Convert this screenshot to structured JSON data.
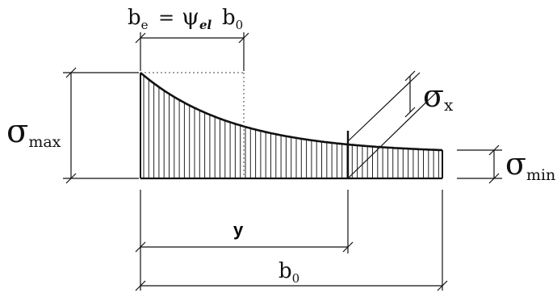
{
  "labels": {
    "effective_width_b": "b",
    "effective_width_sub": "e",
    "equals": "=",
    "psi": "ψ",
    "psi_sub": "el",
    "b0_top": "b",
    "b0_top_sub": "0",
    "sigma_max": "σ",
    "sigma_max_sub": "max",
    "sigma_x": "σ",
    "sigma_x_sub": "x",
    "sigma_min": "σ",
    "sigma_min_sub": "min",
    "y": "y",
    "b0_bottom": "b",
    "b0_bottom_sub": "0"
  }
}
